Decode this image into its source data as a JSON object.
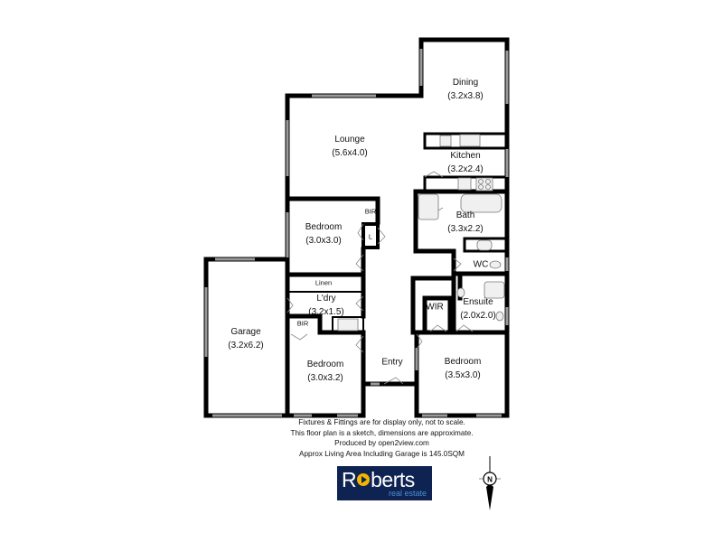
{
  "rooms": [
    {
      "id": "dining",
      "name": "Dining",
      "dims": "(3.2x3.8)"
    },
    {
      "id": "lounge",
      "name": "Lounge",
      "dims": "(5.6x4.0)"
    },
    {
      "id": "kitchen",
      "name": "Kitchen",
      "dims": "(3.2x2.4)"
    },
    {
      "id": "bath",
      "name": "Bath",
      "dims": "(3.3x2.2)"
    },
    {
      "id": "bedroom-1",
      "name": "Bedroom",
      "dims": "(3.0x3.0)"
    },
    {
      "id": "garage",
      "name": "Garage",
      "dims": "(3.2x6.2)"
    },
    {
      "id": "laundry",
      "name": "L'dry",
      "dims": "(3.2x1.5)"
    },
    {
      "id": "bedroom-2",
      "name": "Bedroom",
      "dims": "(3.0x3.2)"
    },
    {
      "id": "ensuite",
      "name": "Ensuite",
      "dims": "(2.0x2.0)"
    },
    {
      "id": "bedroom-3",
      "name": "Bedroom",
      "dims": "(3.5x3.0)"
    },
    {
      "id": "entry",
      "name": "Entry",
      "dims": ""
    }
  ],
  "small_labels": {
    "bir_1": "BIR",
    "linen_cupboard": "L",
    "linen": "Linen",
    "bir_2": "BIR",
    "wc": "WC",
    "wir": "WIR"
  },
  "notes": [
    "Fixtures & Fittings are for display only, not to scale.",
    "This floor plan is a sketch, dimensions are approximate.",
    "Produced by open2view.com",
    "Approx Living Area Including Garage is 145.0SQM"
  ],
  "logo": {
    "brand_pre": "R",
    "brand_post": "berts",
    "tagline": "real estate",
    "bg_color": "#0f2352",
    "accent_color": "#f3b600"
  },
  "compass": {
    "label": "N"
  }
}
